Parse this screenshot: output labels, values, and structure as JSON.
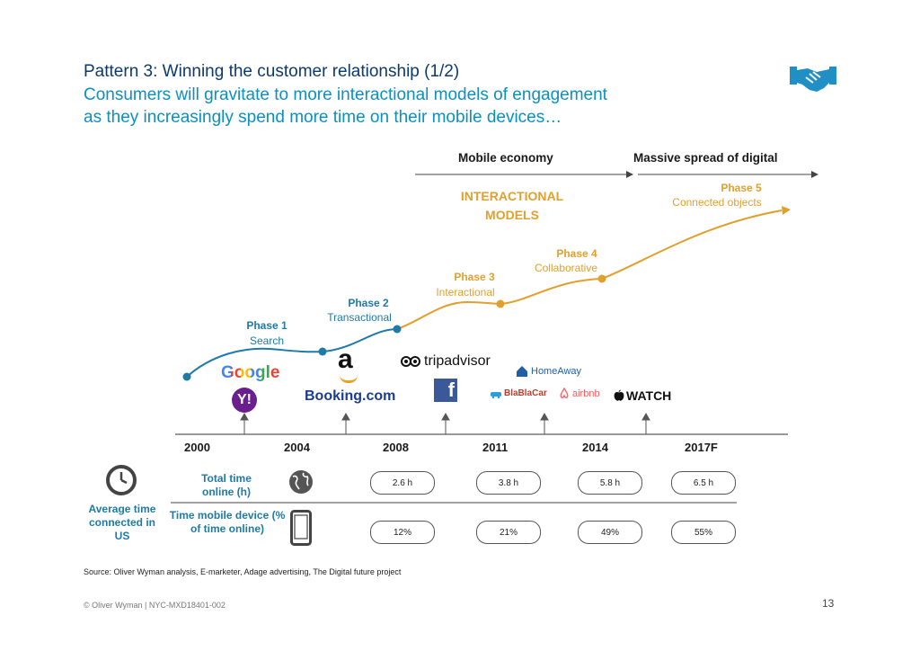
{
  "header": {
    "title": "Pattern 3: Winning the customer relationship (1/2)",
    "subtitle_line1": "Consumers will gravitate to more interactional models of engagement",
    "subtitle_line2": "as they increasingly spend more time on their mobile devices…",
    "icon": "handshake-icon"
  },
  "eras": {
    "mobile": "Mobile economy",
    "digital": "Massive spread of digital"
  },
  "interactional_models": "INTERACTIONAL MODELS",
  "phases": [
    {
      "title": "Phase 1",
      "subtitle": "Search"
    },
    {
      "title": "Phase 2",
      "subtitle": "Transactional"
    },
    {
      "title": "Phase 3",
      "subtitle": "Interactional"
    },
    {
      "title": "Phase 4",
      "subtitle": "Collaborative"
    },
    {
      "title": "Phase 5",
      "subtitle": "Connected objects"
    }
  ],
  "logos": {
    "google": "Google",
    "yahoo": "Y!",
    "amazon": "a",
    "booking": "Booking.com",
    "tripadvisor": "tripadvisor",
    "facebook": "f",
    "homeaway": "HomeAway",
    "blablacar": "BlaBlaCar",
    "airbnb": "airbnb",
    "watch": "WATCH"
  },
  "years": [
    "2000",
    "2004",
    "2008",
    "2011",
    "2014",
    "2017F"
  ],
  "side_label": "Average time connected in US",
  "rows": {
    "total_time_label": "Total time online (h)",
    "mobile_label": "Time mobile device (% of time online)"
  },
  "total_time": [
    "2.6 h",
    "3.8 h",
    "5.8 h",
    "6.5 h"
  ],
  "mobile_share": [
    "12%",
    "21%",
    "49%",
    "55%"
  ],
  "source": "Source: Oliver Wyman analysis, E-marketer, Adage advertising, The Digital future project",
  "footer": "© Oliver Wyman | NYC-MXD18401-002",
  "page_number": "13",
  "colors": {
    "blue": "#1f7aa8",
    "orange": "#e1a02d",
    "navy": "#0d3a6e"
  }
}
